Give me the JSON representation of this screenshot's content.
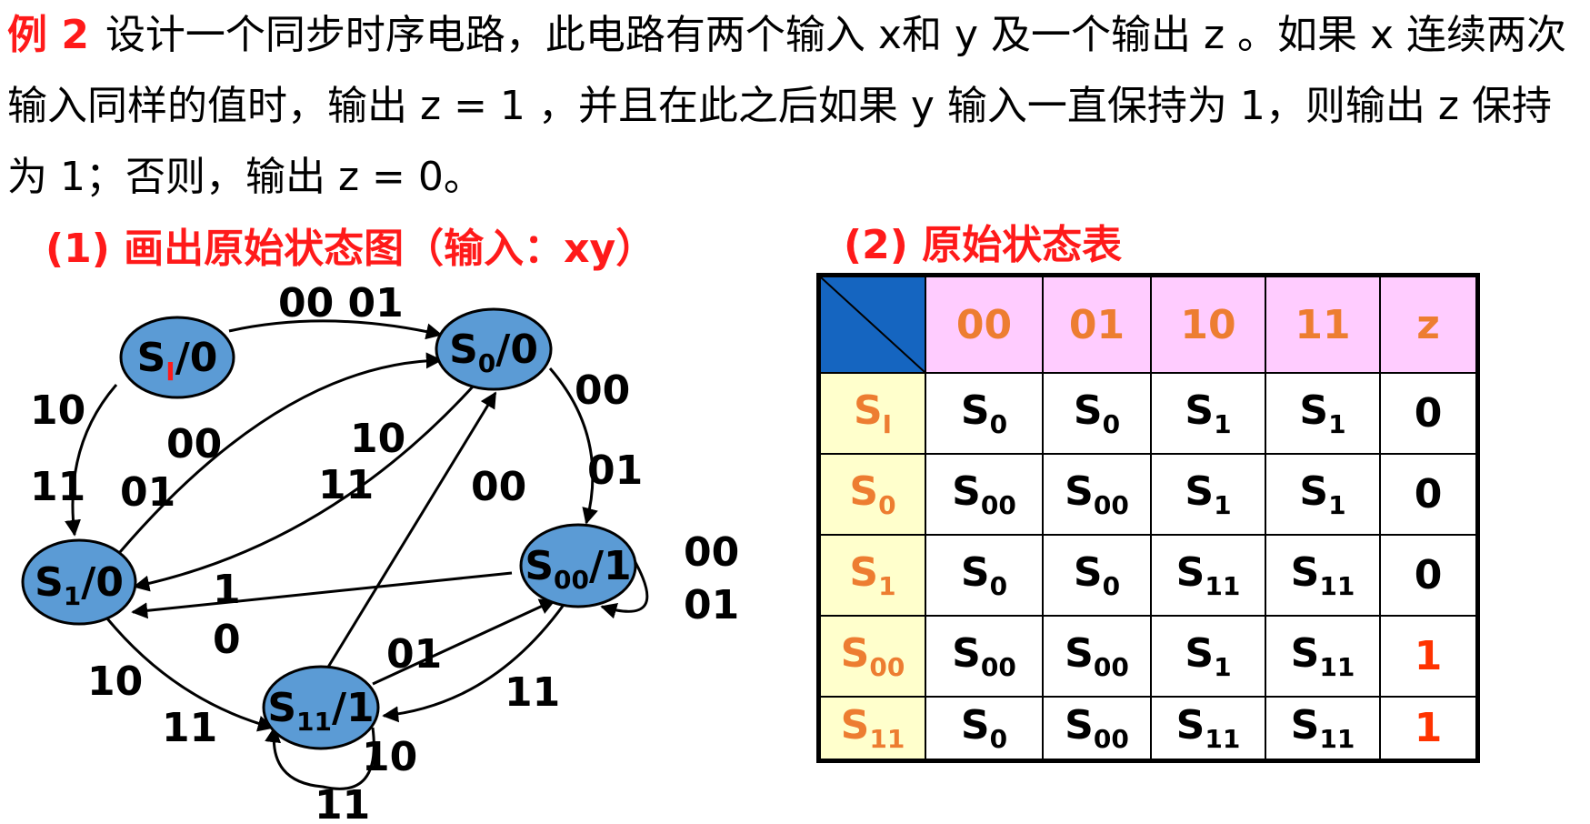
{
  "problem": {
    "tag": "例 2",
    "text": "设计一个同步时序电路，此电路有两个输入 x和 y 及一个输出 z 。如果 x 连续两次输入同样的值时，输出 z = 1 ，并且在此之后如果 y 输入一直保持为 1，则输出 z 保持为 1；否则，输出 z = 0。"
  },
  "diagram": {
    "heading": "(1) 画出原始状态图（输入：xy）",
    "states": [
      {
        "base": "S",
        "sub": "I",
        "out": "/0"
      },
      {
        "base": "S",
        "sub": "0",
        "out": "/0"
      },
      {
        "base": "S",
        "sub": "1",
        "out": "/0"
      },
      {
        "base": "S",
        "sub": "00",
        "out": "/1"
      },
      {
        "base": "S",
        "sub": "11",
        "out": "/1"
      }
    ],
    "edge_labels": [
      "00 01",
      "10",
      "11",
      "00",
      "01",
      "10",
      "11",
      "00",
      "00",
      "01",
      "00",
      "01",
      "1",
      "0",
      "10",
      "11",
      "01",
      "11",
      "10",
      "11"
    ]
  },
  "table": {
    "heading": "(2) 原始状态表",
    "columns": [
      "00",
      "01",
      "10",
      "11",
      "z"
    ],
    "rows": [
      {
        "state": {
          "b": "S",
          "s": "I"
        },
        "cells": [
          {
            "b": "S",
            "s": "0"
          },
          {
            "b": "S",
            "s": "0"
          },
          {
            "b": "S",
            "s": "1"
          },
          {
            "b": "S",
            "s": "1"
          }
        ],
        "z": "0"
      },
      {
        "state": {
          "b": "S",
          "s": "0"
        },
        "cells": [
          {
            "b": "S",
            "s": "00"
          },
          {
            "b": "S",
            "s": "00"
          },
          {
            "b": "S",
            "s": "1"
          },
          {
            "b": "S",
            "s": "1"
          }
        ],
        "z": "0"
      },
      {
        "state": {
          "b": "S",
          "s": "1"
        },
        "cells": [
          {
            "b": "S",
            "s": "0"
          },
          {
            "b": "S",
            "s": "0"
          },
          {
            "b": "S",
            "s": "11"
          },
          {
            "b": "S",
            "s": "11"
          }
        ],
        "z": "0"
      },
      {
        "state": {
          "b": "S",
          "s": "00"
        },
        "cells": [
          {
            "b": "S",
            "s": "00"
          },
          {
            "b": "S",
            "s": "00"
          },
          {
            "b": "S",
            "s": "1"
          },
          {
            "b": "S",
            "s": "11"
          }
        ],
        "z": "1"
      },
      {
        "state": {
          "b": "S",
          "s": "11"
        },
        "cells": [
          {
            "b": "S",
            "s": "0"
          },
          {
            "b": "S",
            "s": "00"
          },
          {
            "b": "S",
            "s": "11"
          },
          {
            "b": "S",
            "s": "11"
          }
        ],
        "z": "1"
      }
    ]
  },
  "colors": {
    "red": "#ff1a1a",
    "orange": "#ed7d31",
    "node_fill": "#5b9bd5",
    "header_fill": "#ffccff",
    "row_fill": "#ffffcc",
    "corner_fill": "#1565c0",
    "z_one": "#ff3300"
  }
}
